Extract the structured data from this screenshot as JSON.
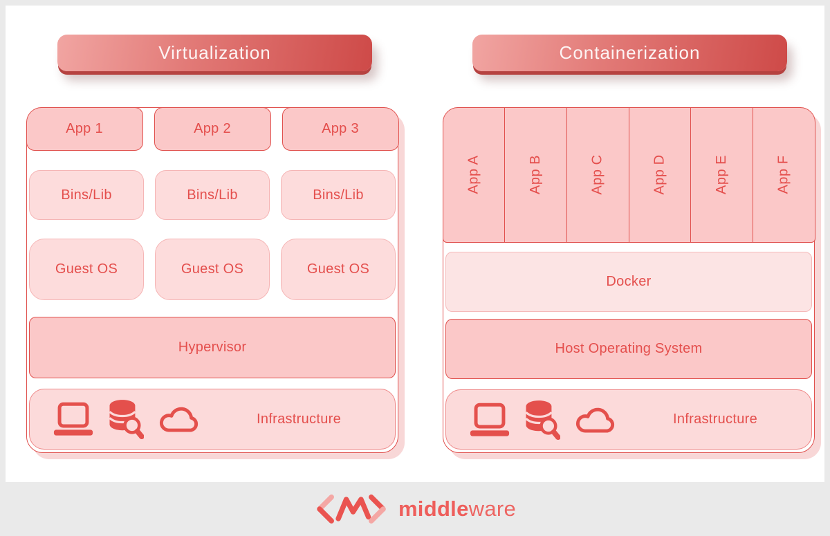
{
  "headers": {
    "virtualization": "Virtualization",
    "containerization": "Containerization"
  },
  "virtualization": {
    "apps": [
      "App 1",
      "App 2",
      "App 3"
    ],
    "bins": [
      "Bins/Lib",
      "Bins/Lib",
      "Bins/Lib"
    ],
    "guest_os": [
      "Guest OS",
      "Guest OS",
      "Guest OS"
    ],
    "hypervisor": "Hypervisor",
    "infrastructure": "Infrastructure"
  },
  "containerization": {
    "apps": [
      "App A",
      "App B",
      "App C",
      "App D",
      "App E",
      "App F"
    ],
    "docker": "Docker",
    "host_os": "Host Operating System",
    "infrastructure": "Infrastructure"
  },
  "footer": {
    "brand_bold": "middle",
    "brand_light": "ware"
  },
  "icons": {
    "infrastructure": [
      "laptop-icon",
      "database-search-icon",
      "cloud-icon"
    ],
    "logo": "middleware-code-brackets-logo"
  },
  "colors": {
    "accent_red": "#e0504d",
    "text_red": "#e44f4d",
    "fill_dark_pink": "#fbc8c8",
    "fill_light_pink": "#fddcdc",
    "docker_fill": "#fce4e4",
    "infra_fill": "#fcdada",
    "infra_border": "#ee8787",
    "banner_gradient_from": "#f1a5a2",
    "banner_gradient_to": "#ce4a48",
    "banner_bevel": "#b64240",
    "panel_shadow": "#f8d7d7",
    "logo_red": "#ee5e5b",
    "background_gray": "#eaeaea"
  }
}
